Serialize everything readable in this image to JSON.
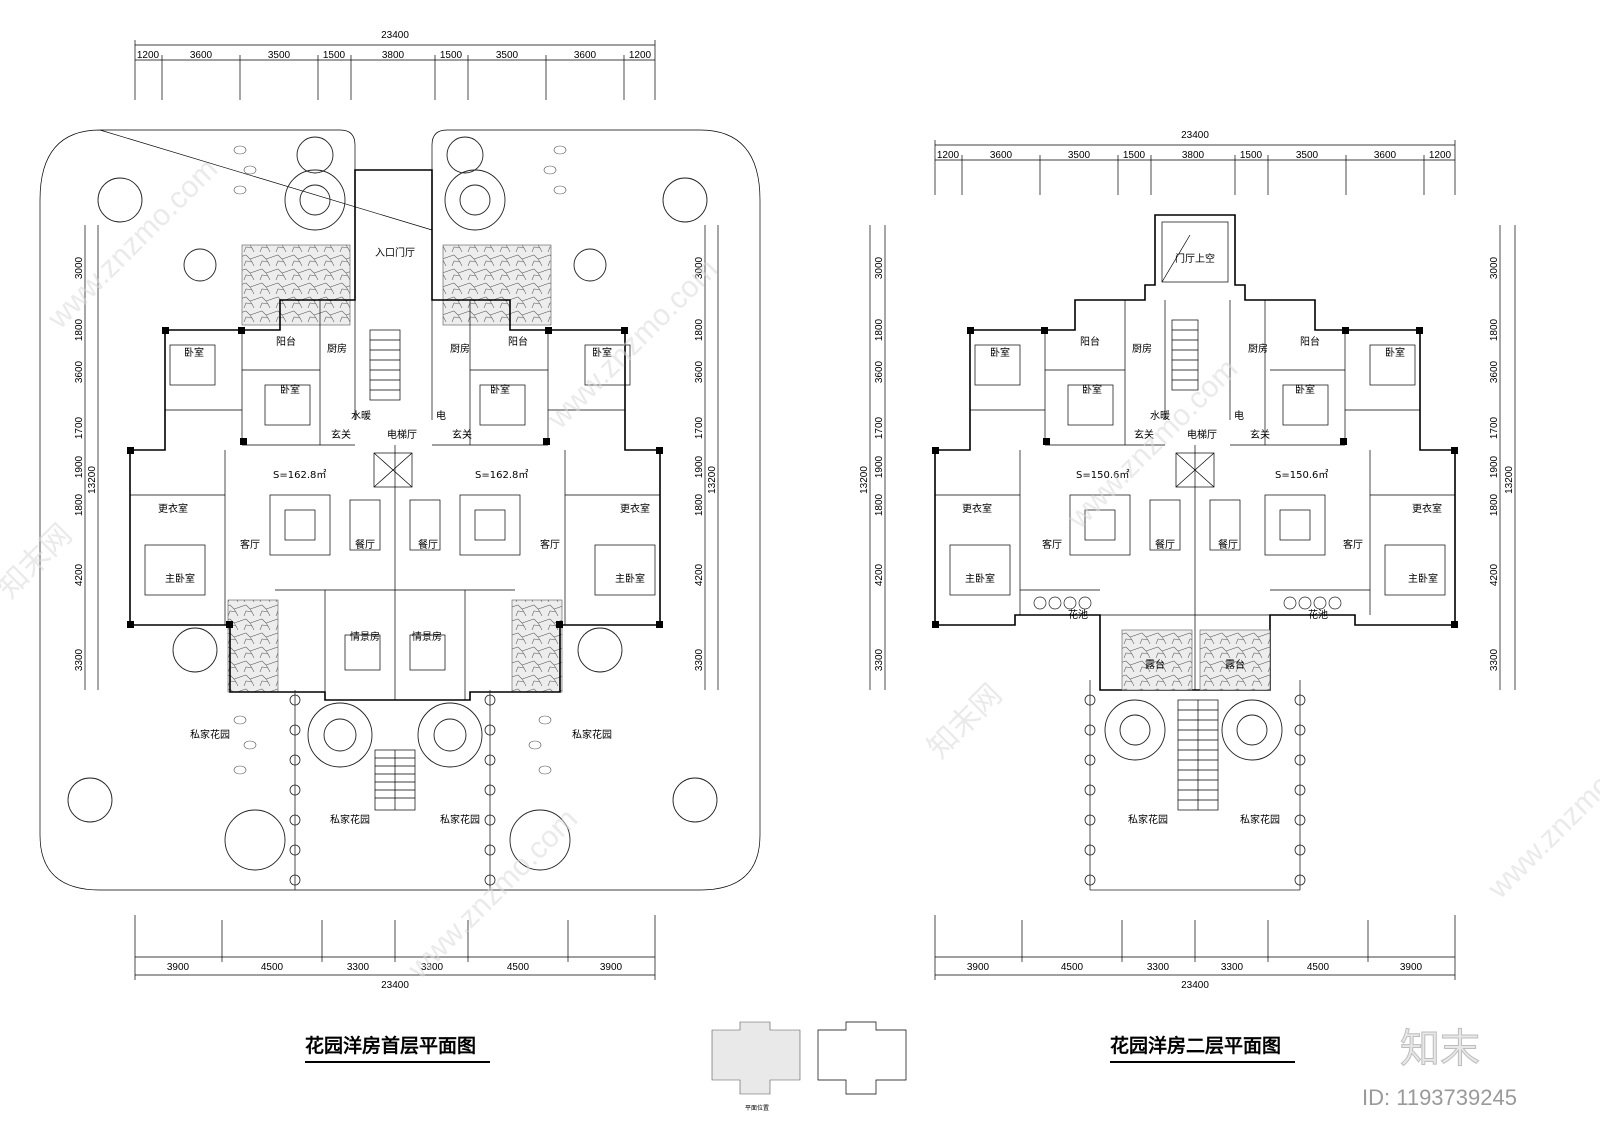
{
  "plans": [
    {
      "title": "花园洋房首层平面图",
      "top_total": "23400",
      "top_dims": [
        "1200",
        "3600",
        "3500",
        "1500",
        "3800",
        "1500",
        "3500",
        "3600",
        "1200"
      ],
      "bottom_dims": [
        "3900",
        "4500",
        "3300",
        "3300",
        "4500",
        "3900"
      ],
      "bottom_total": "23400",
      "left_dims": [
        "3000",
        "1800",
        "3600",
        "1700",
        "1900",
        "1800",
        "4200",
        "3300"
      ],
      "left_total": "13200",
      "right_dims": [
        "3000",
        "1800",
        "3600",
        "1700",
        "1900",
        "1800",
        "4200",
        "3300"
      ],
      "right_total": "13200",
      "rooms": {
        "entrance": "入口门厅",
        "kitchen": "厨房",
        "balcony": "阳台",
        "bedroom": "卧室",
        "foyer": "玄关",
        "elevator_hall": "电梯厅",
        "water_heater": "水暖",
        "electric": "电",
        "walk_in": "更衣室",
        "master": "主卧室",
        "living": "客厅",
        "dining": "餐厅",
        "sunroom": "情景房",
        "garden": "私家花园",
        "area": "S=162.8㎡"
      }
    },
    {
      "title": "花园洋房二层平面图",
      "top_total": "23400",
      "top_dims": [
        "1200",
        "3600",
        "3500",
        "1500",
        "3800",
        "1500",
        "3500",
        "3600",
        "1200"
      ],
      "bottom_dims": [
        "3900",
        "4500",
        "3300",
        "3300",
        "4500",
        "3900"
      ],
      "bottom_total": "23400",
      "left_dims": [
        "3000",
        "1800",
        "3600",
        "1700",
        "1900",
        "1800",
        "4200",
        "3300"
      ],
      "left_total": "13200",
      "right_dims": [
        "3000",
        "1800",
        "3600",
        "1700",
        "1900",
        "1800",
        "4200",
        "3300"
      ],
      "right_total": "13200",
      "rooms": {
        "entrance": "门厅上空",
        "kitchen": "厨房",
        "balcony": "阳台",
        "bedroom": "卧室",
        "foyer": "玄关",
        "elevator_hall": "电梯厅",
        "water_heater": "水暖",
        "electric": "电",
        "walk_in": "更衣室",
        "master": "主卧室",
        "living": "客厅",
        "dining": "餐厅",
        "flower": "花池",
        "terrace": "露台",
        "garden": "私家花园",
        "area": "S=150.6㎡"
      }
    }
  ],
  "key_plan_caption": "平面位置",
  "watermark": {
    "text": "www.znzmo.com",
    "brand": "知末网",
    "logo": "知末",
    "id": "ID: 1193739245"
  }
}
